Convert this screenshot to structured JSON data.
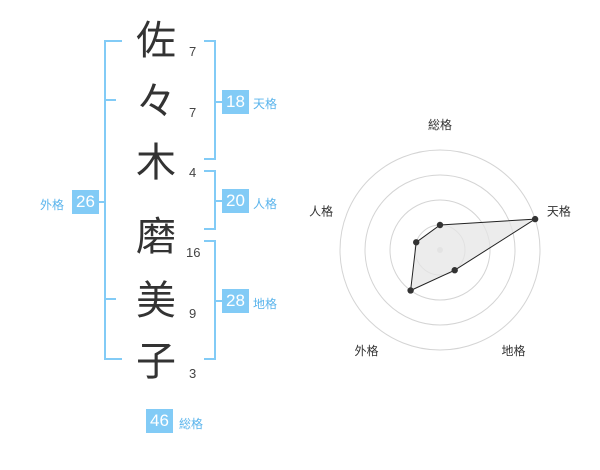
{
  "name": {
    "characters": [
      {
        "char": "佐",
        "strokes": "7"
      },
      {
        "char": "々",
        "strokes": "7"
      },
      {
        "char": "木",
        "strokes": "4"
      },
      {
        "char": "磨",
        "strokes": "16"
      },
      {
        "char": "美",
        "strokes": "9"
      },
      {
        "char": "子",
        "strokes": "3"
      }
    ]
  },
  "kaku": {
    "tenkaku": {
      "value": "18",
      "label": "天格"
    },
    "jinkaku": {
      "value": "20",
      "label": "人格"
    },
    "chikaku": {
      "value": "28",
      "label": "地格"
    },
    "gaikaku": {
      "value": "26",
      "label": "外格"
    },
    "soukaku": {
      "value": "46",
      "label": "総格"
    }
  },
  "colors": {
    "accent": "#82cbf6",
    "accent_text": "#5ab4ec",
    "radar_fill": "#e6e6e6",
    "radar_ring": "#d4d4d4"
  },
  "chart_data": {
    "type": "radar",
    "axes": [
      "総格",
      "天格",
      "地格",
      "外格",
      "人格"
    ],
    "max": 4,
    "values": [
      1,
      4,
      1,
      2,
      1
    ]
  }
}
